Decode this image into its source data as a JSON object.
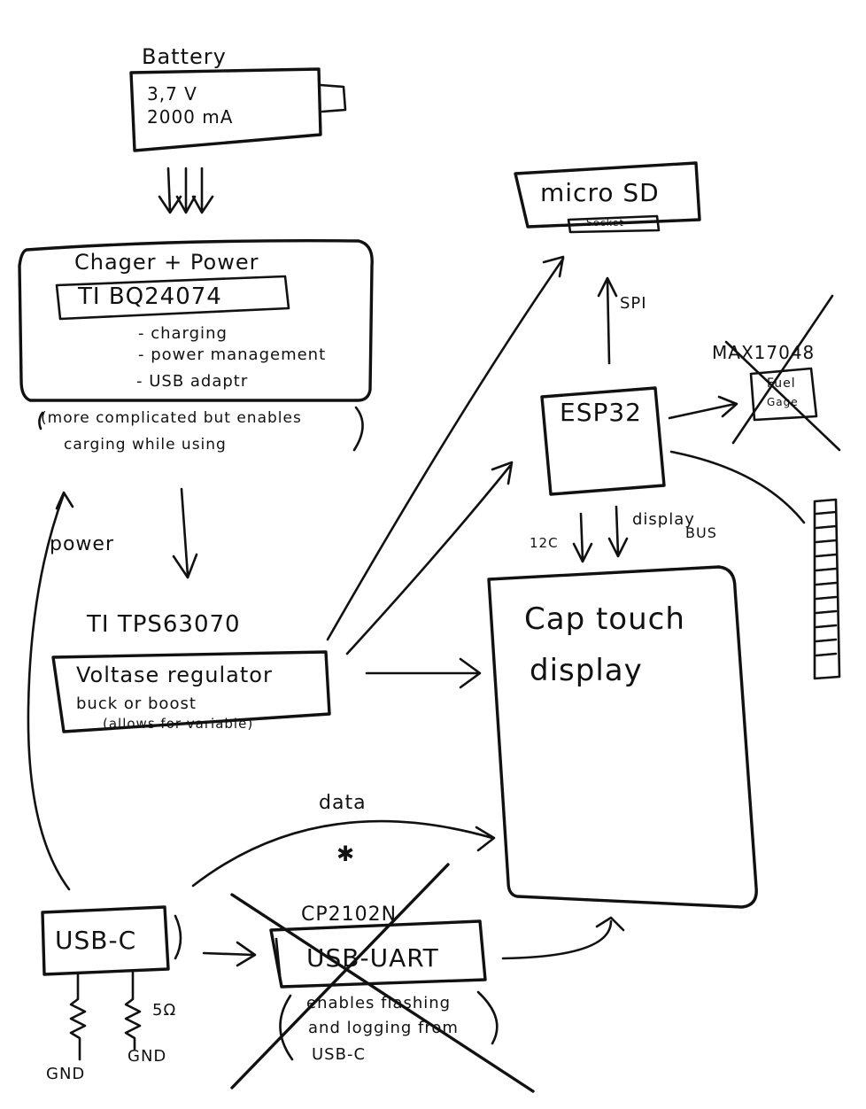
{
  "battery": {
    "title": "Battery",
    "voltage": "3,7 V",
    "capacity": "2000 mA"
  },
  "charger": {
    "title": "Chager + Power",
    "chip": "TI BQ24074",
    "features": [
      "- charging",
      "- power management",
      "- USB adaptr"
    ],
    "note_line1": "(more complicated but enables",
    "note_line2": "carging while using"
  },
  "regulator": {
    "part": "TI TPS63070",
    "line1": "Voltase regulator",
    "line2": "buck or boost",
    "note": "(allows for variable)"
  },
  "microsd": {
    "label": "micro SD",
    "socket": "Socket"
  },
  "esp32": {
    "label": "ESP32"
  },
  "fuel_gauge": {
    "part": "MAX17048",
    "line1": "Fuel",
    "line2": "Gage"
  },
  "display": {
    "line1": "Cap touch",
    "line2": "display"
  },
  "bus_labels": {
    "spi": "SPI",
    "i2c": "12C",
    "display_bus_1": "display",
    "display_bus_2": "BUS"
  },
  "usb_c": {
    "label": "USB-C",
    "resistor": "5Ω",
    "gnd_left": "GND",
    "gnd_right": "GND",
    "power": "power"
  },
  "usb_uart": {
    "part": "CP2102N",
    "label": "USB-UART",
    "note_line1": "enables flashing",
    "note_line2": "and logging from",
    "note_line3": "USB-C"
  },
  "data_link": {
    "label": "data",
    "mark": "✱"
  }
}
